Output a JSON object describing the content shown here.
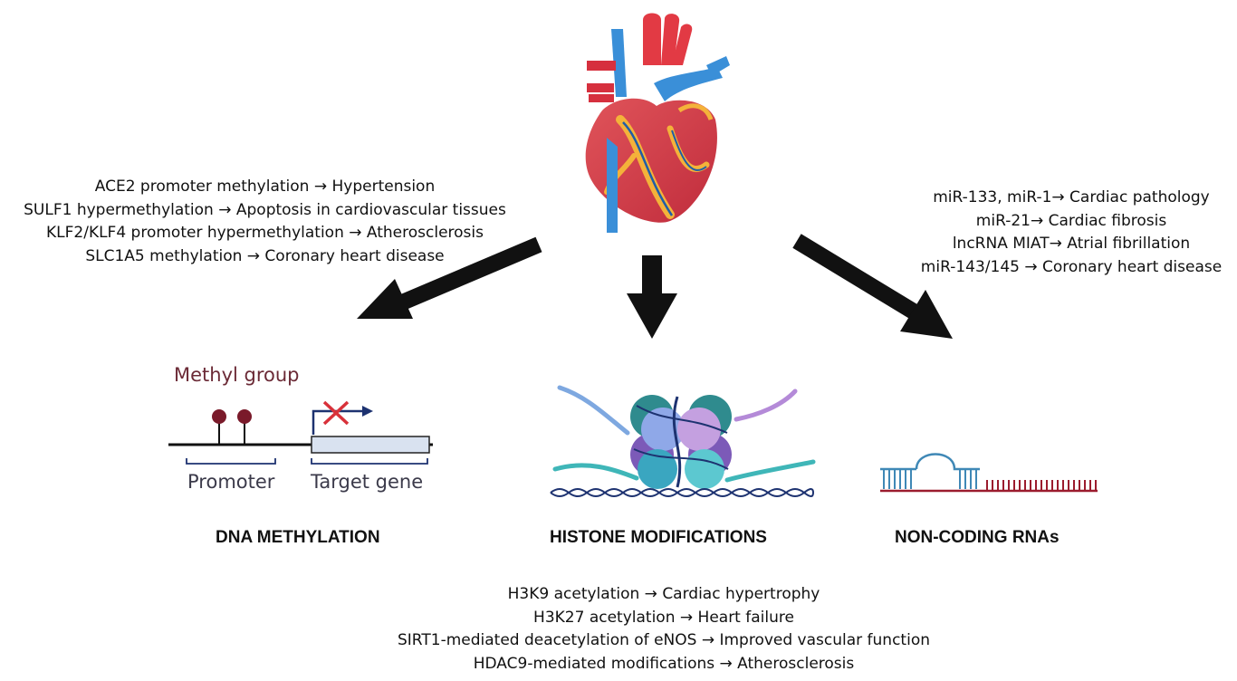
{
  "left_block": {
    "lines": [
      "ACE2 promoter methylation → Hypertension",
      "SULF1 hypermethylation → Apoptosis in cardiovascular tissues",
      "KLF2/KLF4 promoter hypermethylation → Atherosclerosis",
      "SLC1A5 methylation → Coronary heart disease"
    ]
  },
  "right_block": {
    "lines": [
      "miR-133, miR-1→ Cardiac pathology",
      "miR-21→ Cardiac fibrosis",
      "lncRNA MIAT→ Atrial fibrillation",
      "miR-143/145 → Coronary heart disease"
    ]
  },
  "bottom_block": {
    "lines": [
      "H3K9 acetylation → Cardiac hypertrophy",
      "H3K27 acetylation → Heart failure",
      "SIRT1-mediated deacetylation of eNOS → Improved vascular function",
      "HDAC9-mediated modifications → Atherosclerosis"
    ]
  },
  "methylation_diagram": {
    "methyl_label": "Methyl group",
    "promoter_label": "Promoter",
    "target_label": "Target gene"
  },
  "sections": {
    "dna": "DNA METHYLATION",
    "histone": "HISTONE MODIFICATIONS",
    "ncrna": "NON-CODING RNAs"
  },
  "colors": {
    "arrow": "#111111",
    "methyl": "#7a1a2a",
    "blocked": "#d8313a",
    "gene_box": "#d9e2f0",
    "rna_blue": "#3f88b6",
    "rna_red": "#9b1c2e"
  }
}
